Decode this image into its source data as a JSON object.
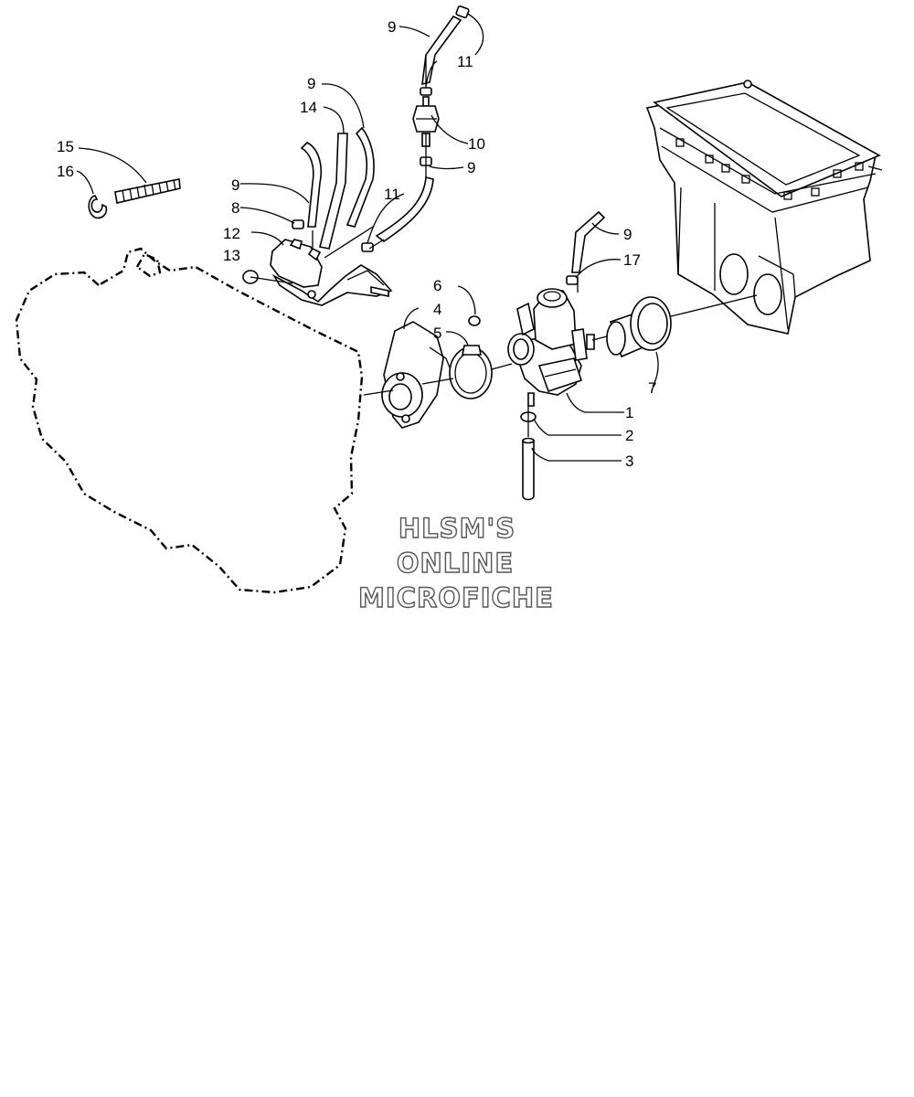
{
  "callouts": {
    "c1": "1",
    "c2": "2",
    "c3": "3",
    "c4": "4",
    "c5": "5",
    "c6": "6",
    "c7": "7",
    "c8": "8",
    "c9a": "9",
    "c9b": "9",
    "c9c": "9",
    "c9d": "9",
    "c9e": "9",
    "c10": "10",
    "c11a": "11",
    "c11b": "11",
    "c12": "12",
    "c13": "13",
    "c14": "14",
    "c15": "15",
    "c16": "16",
    "c17": "17"
  },
  "watermark": {
    "line1": "HLSM'S",
    "line2": "ONLINE",
    "line3": "MICROFICHE"
  }
}
